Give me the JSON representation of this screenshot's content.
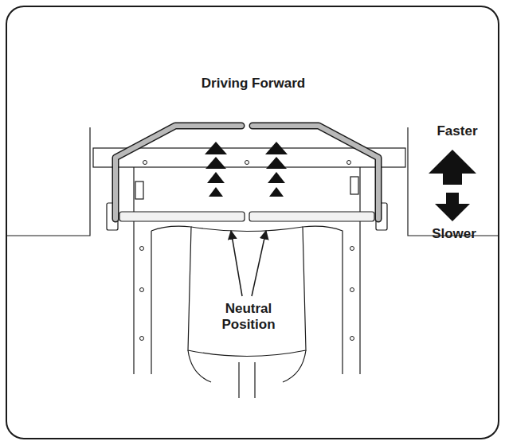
{
  "diagram": {
    "title": "Driving Forward",
    "labels": [
      "Faster",
      "Slower",
      "Neutral Position"
    ]
  }
}
